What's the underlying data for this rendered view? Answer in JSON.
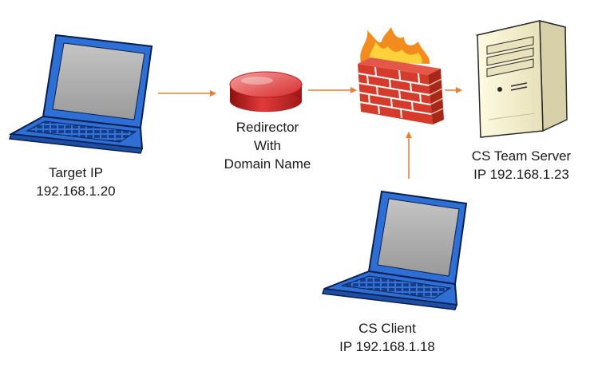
{
  "nodes": {
    "target": {
      "line1": "Target IP",
      "line2": "192.168.1.20"
    },
    "redirector": {
      "line1": "Redirector",
      "line2": "With",
      "line3": "Domain Name"
    },
    "server": {
      "line1": "CS Team Server",
      "line2": "IP 192.168.1.23"
    },
    "client": {
      "line1": "CS Client",
      "line2": "IP 192.168.1.18"
    }
  },
  "colors": {
    "arrow": "#ed7d31",
    "laptop_body": "#2e6fd6",
    "laptop_outline": "#0a1f4d",
    "screen": "#a6a6a6",
    "redirector": "#d42a2a",
    "brick": "#d63a2a",
    "server_case": "#f2ecc8"
  },
  "icons": [
    "laptop-icon",
    "redirector-cylinder-icon",
    "firewall-icon",
    "server-tower-icon"
  ]
}
